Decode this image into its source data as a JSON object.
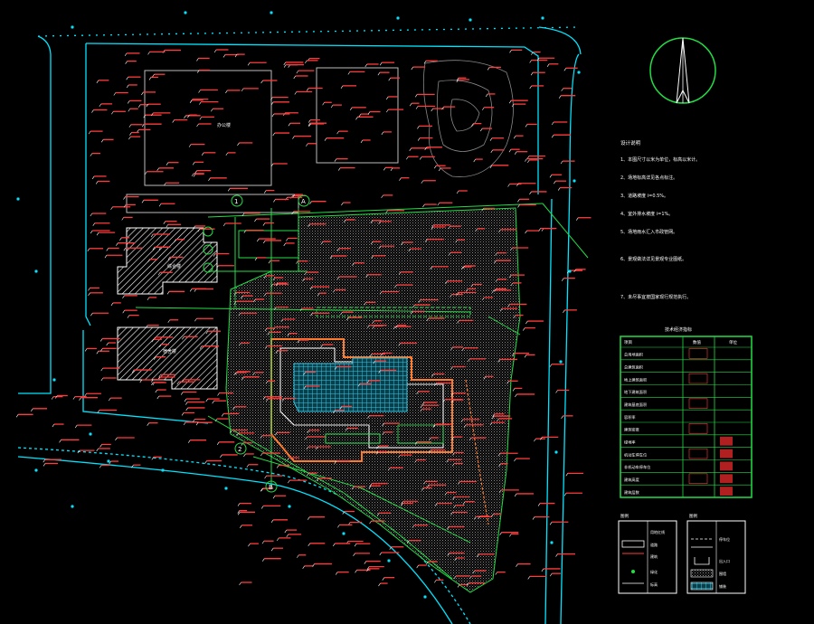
{
  "drawing": {
    "background": "#000000",
    "colors": {
      "boundary": "#00e5ff",
      "elevation": "#ff3b3b",
      "road": "#22dd44",
      "building_outline": "#ffffff",
      "hatch": "#9a9a9a",
      "parking": "#33c6e6",
      "path": "#ff7a2a",
      "table_border": "#22dd44"
    },
    "icons": [
      "north-arrow-icon",
      "axis-marker-icon",
      "elevation-marker-icon"
    ]
  },
  "buildings": {
    "building_a_label": "综合楼",
    "building_b_label": "宿舍楼",
    "building_c_label": "办公楼"
  },
  "axis_markers": [
    "1",
    "A",
    "2",
    "B"
  ],
  "notes": {
    "title": "设计说明",
    "lines": [
      "1、本图尺寸以米为单位，标高以米计。",
      "2、场地标高详见各点标注。",
      "3、道路坡度 i=0.5%。",
      "4、室外排水坡度 i=1%。",
      "5、场地雨水汇入市政管网。",
      "6、景观做法详见景观专业图纸。",
      "7、未尽事宜按国家现行规范执行。"
    ]
  },
  "legend_table": {
    "title": "技术经济指标",
    "headers": [
      "项目",
      "数值",
      "单位"
    ],
    "rows": [
      [
        "总用地面积",
        "",
        ""
      ],
      [
        "总建筑面积",
        "",
        ""
      ],
      [
        "地上建筑面积",
        "",
        ""
      ],
      [
        "地下建筑面积",
        "",
        ""
      ],
      [
        "建筑基底面积",
        "",
        ""
      ],
      [
        "容积率",
        "",
        ""
      ],
      [
        "建筑密度",
        "",
        ""
      ],
      [
        "绿地率",
        "",
        ""
      ],
      [
        "机动车停车位",
        "",
        ""
      ],
      [
        "非机动车停车位",
        "",
        ""
      ],
      [
        "建筑高度",
        "",
        ""
      ],
      [
        "建筑层数",
        "",
        ""
      ]
    ]
  },
  "symbol_legend_1": {
    "title": "图例",
    "items": [
      "用地红线",
      "道路",
      "建筑",
      "绿化",
      "标高"
    ]
  },
  "symbol_legend_2": {
    "title": "图例",
    "items": [
      "停车位",
      "出入口",
      "围墙",
      "铺装"
    ]
  }
}
